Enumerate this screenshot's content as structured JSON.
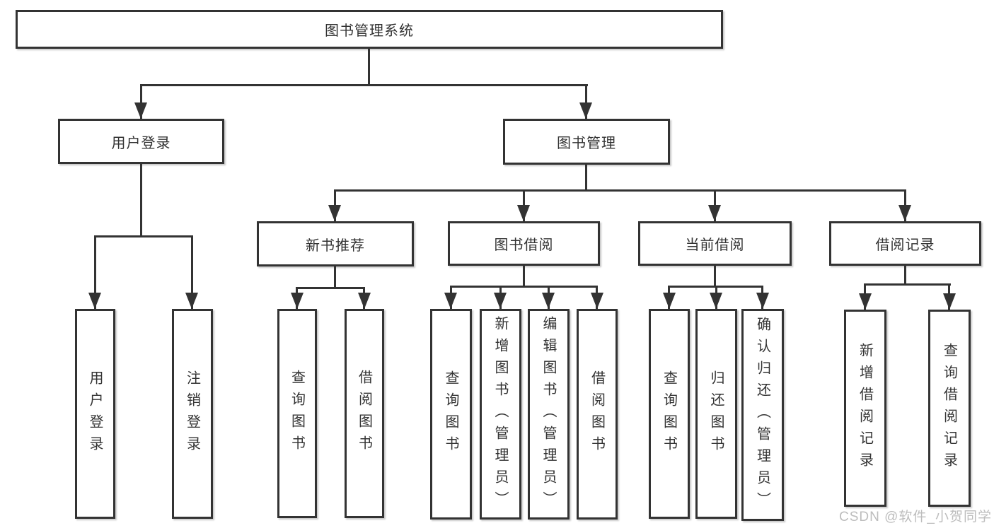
{
  "diagram": {
    "title": "图书管理系统",
    "watermark": "CSDN @软件_小贺同学",
    "colors": {
      "line": "#333333",
      "text": "#333333",
      "box_background": "#ffffff",
      "page_background": "#ffffff",
      "watermark": "#bdbdbd"
    },
    "tree": {
      "root": {
        "label": "图书管理系统",
        "children": [
          {
            "label": "用户登录",
            "children": [
              {
                "label": "用户登录"
              },
              {
                "label": "注销登录"
              }
            ]
          },
          {
            "label": "图书管理",
            "children": [
              {
                "label": "新书推荐",
                "children": [
                  {
                    "label": "查询图书"
                  },
                  {
                    "label": "借阅图书"
                  }
                ]
              },
              {
                "label": "图书借阅",
                "children": [
                  {
                    "label": "查询图书"
                  },
                  {
                    "label": "新增图书（管理员）"
                  },
                  {
                    "label": "编辑图书（管理员）"
                  },
                  {
                    "label": "借阅图书"
                  }
                ]
              },
              {
                "label": "当前借阅",
                "children": [
                  {
                    "label": "查询图书"
                  },
                  {
                    "label": "归还图书"
                  },
                  {
                    "label": "确认归还（管理员）"
                  }
                ]
              },
              {
                "label": "借阅记录",
                "children": [
                  {
                    "label": "新增借阅记录"
                  },
                  {
                    "label": "查询借阅记录"
                  }
                ]
              }
            ]
          }
        ]
      }
    }
  }
}
